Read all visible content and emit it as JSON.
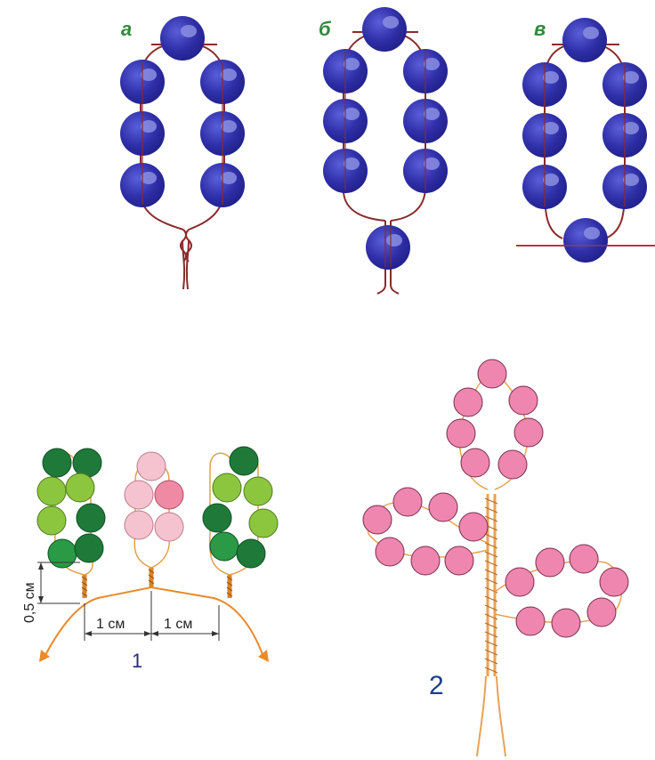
{
  "labels": {
    "a": "а",
    "b": "б",
    "v": "в",
    "dim_vertical": "0,5 см",
    "dim_left": "1 см",
    "dim_right": "1 см",
    "figure1": "1",
    "figure2": "2"
  },
  "colors": {
    "blue_bead": "#2f2fa8",
    "blue_highlight": "#8a8ee0",
    "wire_dark": "#8b2b2b",
    "wire_orange": "#e9a155",
    "green_dark": "#1f7a3a",
    "green_light": "#8cc63f",
    "pink_light": "#f4c3cf",
    "pink_mid": "#ee8aa4",
    "pink_leaf": "#ee86b0",
    "pink_stroke": "#7a2e4a",
    "arrow_orange": "#e98a2b"
  }
}
